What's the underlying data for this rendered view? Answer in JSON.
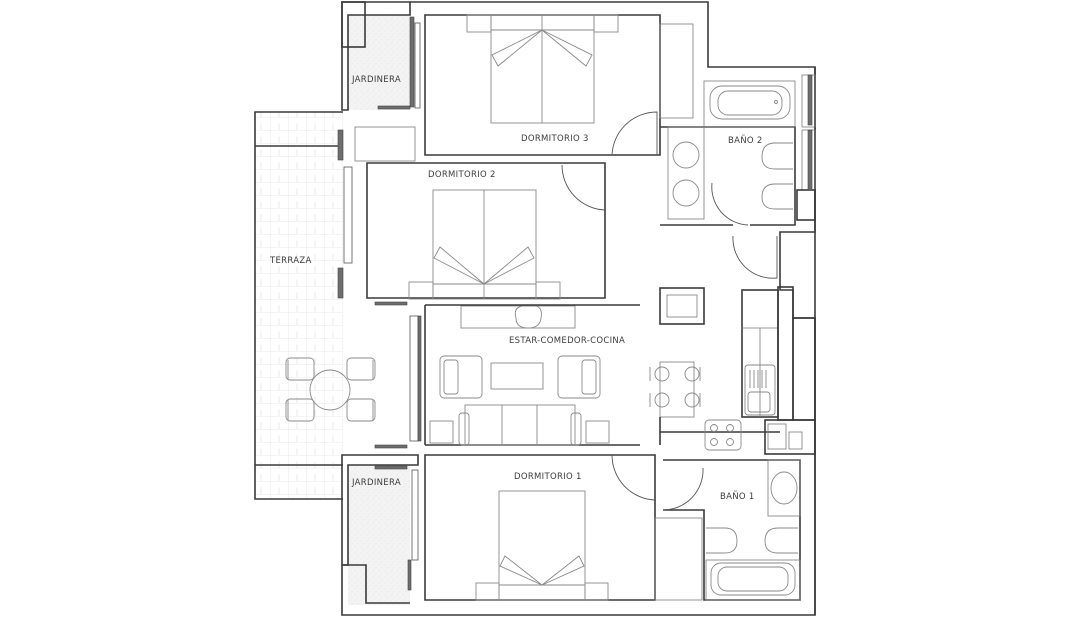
{
  "plan": {
    "background": "#ffffff",
    "wall_color": "#3a3a3a",
    "planter_fill": "#f1f1f1",
    "terrace_tile_color": "#e6e6e6",
    "window_color": "#6e6e6e"
  },
  "rooms": {
    "dormitorio_3": "DORMITORIO 3",
    "dormitorio_2": "DORMITORIO 2",
    "dormitorio_1": "DORMITORIO 1",
    "bano_2": "BAÑO 2",
    "bano_1": "BAÑO 1",
    "estar": "ESTAR-COMEDOR-COCINA",
    "terraza": "TERRAZA",
    "jardinera_top": "JARDINERA",
    "jardinera_bottom": "JARDINERA"
  }
}
